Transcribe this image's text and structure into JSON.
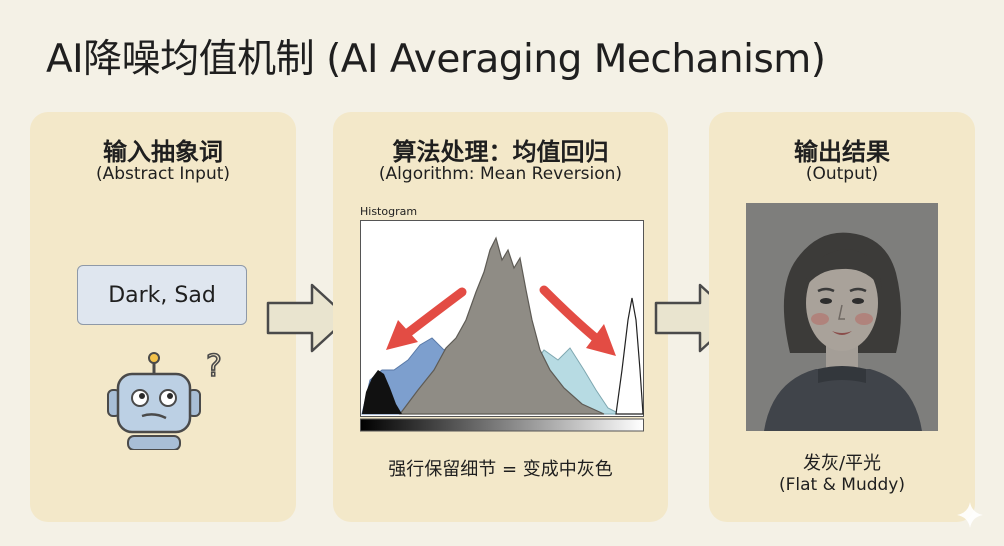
{
  "title": "AI降噪均值机制 (AI Averaging Mechanism)",
  "panel1": {
    "heading": "输入抽象词",
    "subheading": "(Abstract Input)",
    "input_text": "Dark, Sad",
    "robot_bubble": "?"
  },
  "panel2": {
    "heading": "算法处理：均值回归",
    "subheading": "(Algorithm: Mean Reversion)",
    "histogram_label": "Histogram",
    "caption": "强行保留细节 = 变成中灰色"
  },
  "panel3": {
    "heading": "输出结果",
    "subheading": "(Output)",
    "caption_cn": "发灰/平光",
    "caption_en": "(Flat & Muddy)"
  },
  "colors": {
    "background": "#f4f1e6",
    "panel": "#f3e8c9",
    "arrow_fill": "#e9e4cf",
    "arrow_stroke": "#4a4a4a",
    "red_arrow": "#e34c44",
    "shadow_blue": "#7d9fce",
    "highlight_cyan": "#b7dbe3",
    "midtone_gray": "#8f8c85",
    "portrait_bg": "#7e7e7c"
  },
  "icons": [
    "robot-icon",
    "question-mark-icon",
    "right-arrow-icon",
    "sparkle-icon"
  ]
}
